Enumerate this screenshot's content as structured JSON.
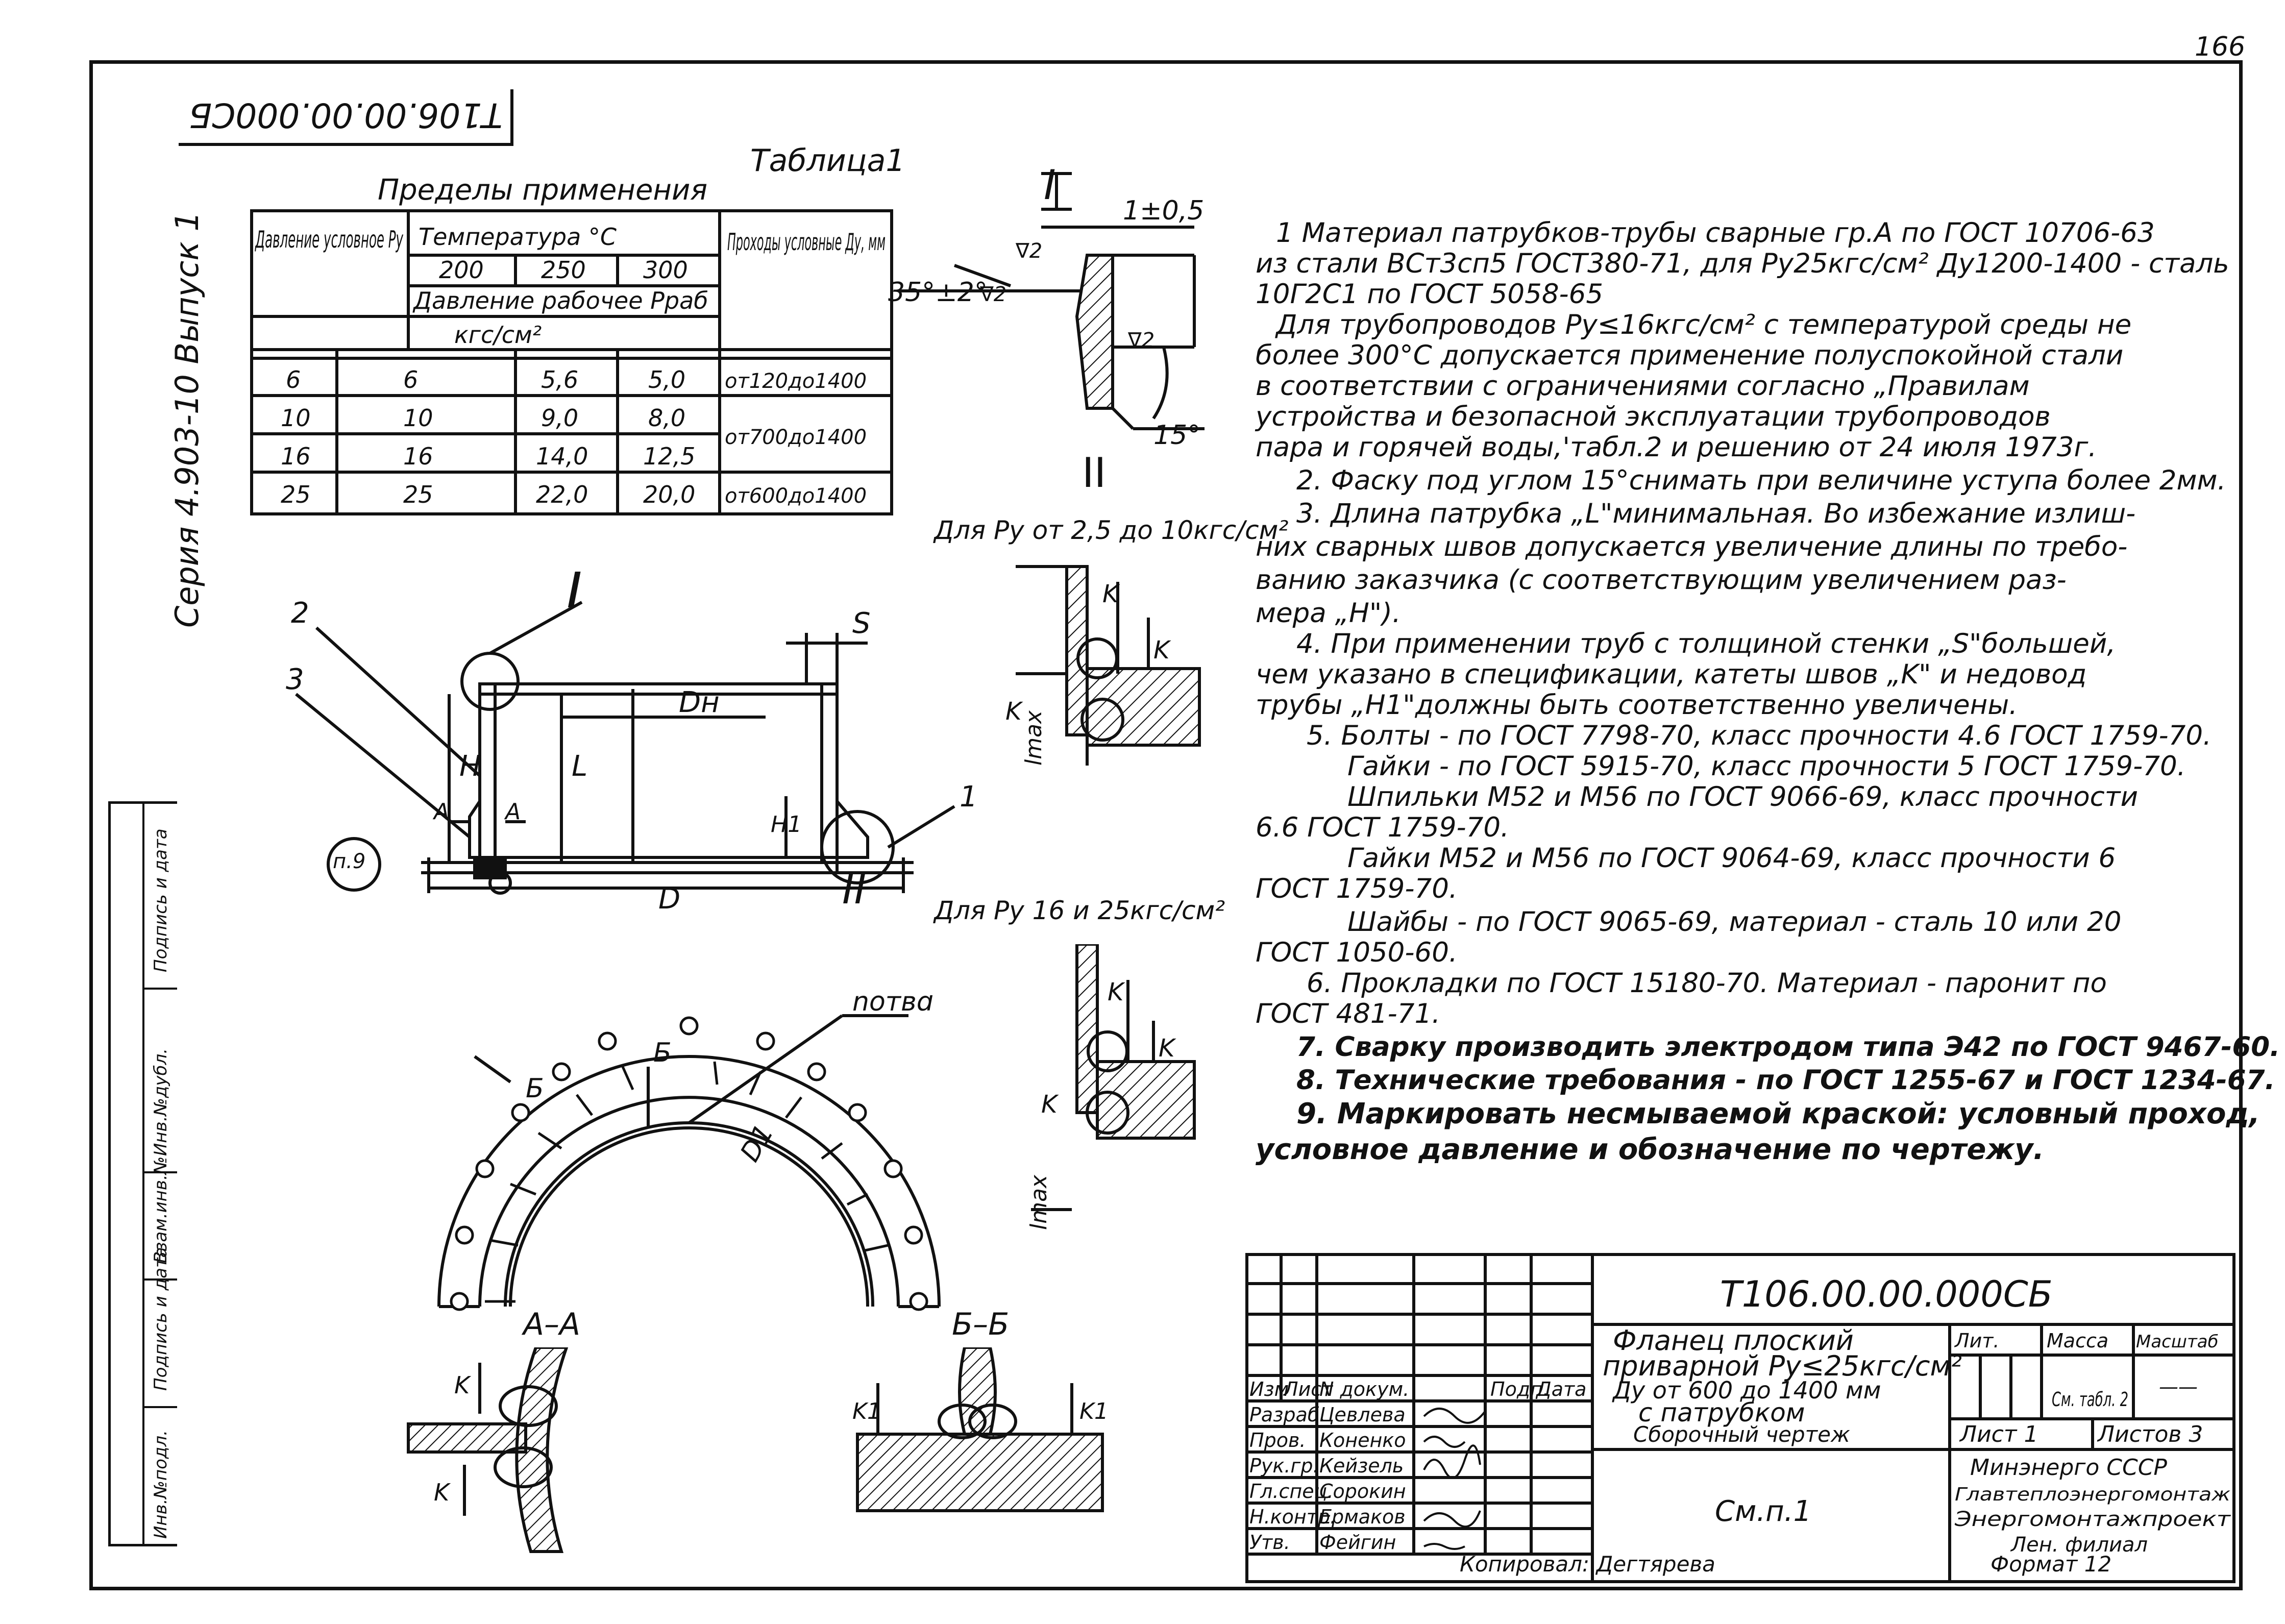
{
  "page_number": "166",
  "stamp_code": "T106.00.00.000СБ",
  "series_label": "Серия 4.903-10 Выпуск 1",
  "side_strip": [
    "Инв.№подл.",
    "Подпись и дата",
    "Взам.инв.№",
    "Инв.№дубл.",
    "Подпись и дата"
  ],
  "table1": {
    "caption": "Таблица1",
    "title": "Пределы применения",
    "h_pressure": "Давление условное Ру",
    "h_temperature": "Температура °С",
    "temps": [
      "200",
      "250",
      "300"
    ],
    "h_work": "Давление рабочее Рраб",
    "h_unit": "кгс/см²",
    "h_passes": "Проходы условные Ду, мм",
    "rows": [
      {
        "py": "6",
        "v200": "6",
        "v250": "5,6",
        "v300": "5,0",
        "du": "от120до1400"
      },
      {
        "py": "10",
        "v200": "10",
        "v250": "9,0",
        "v300": "8,0",
        "du": "от700до1400"
      },
      {
        "py": "16",
        "v200": "16",
        "v250": "14,0",
        "v300": "12,5",
        "du": ""
      },
      {
        "py": "25",
        "v200": "25",
        "v250": "22,0",
        "v300": "20,0",
        "du": "от600до1400"
      }
    ]
  },
  "detail_I": {
    "label": "I",
    "dim_top": "1±0,5",
    "angle": "35°±2°",
    "angle2": "15°",
    "mark_a": "∇2",
    "mark_b": "∇2",
    "mark_c": "∇2"
  },
  "detail_II": {
    "label": "II",
    "caption_top": "Для Ру от 2,5 до 10кгс/см²",
    "caption_bottom": "Для Ру 16 и 25кгс/см²",
    "k": "K",
    "lmax": "lmax"
  },
  "main_view": {
    "label_I": "I",
    "label_II": "II",
    "s": "S",
    "dn": "Dн",
    "l": "L",
    "h": "H",
    "h1": "H1",
    "d": "D",
    "n2": "2",
    "n3": "3",
    "n1": "1",
    "a": "A",
    "p9": "п.9"
  },
  "half_flange": {
    "label": "nотвd",
    "d1": "D1",
    "b": "Б"
  },
  "sections": {
    "aa": "А–А",
    "bb": "Б–Б",
    "k": "K",
    "k1": "K1"
  },
  "notes": [
    "1 Материал патрубков-трубы сварные гр.А по ГОСТ 10706-63",
    "из стали ВСт3сп5 ГОСТ380-71, для Ру25кгс/см² Ду1200-1400 - сталь",
    "10Г2С1 по ГОСТ 5058-65",
    "Для трубопроводов Ру≤16кгс/см² с температурой среды не",
    "более 300°С допускается применение полуспокойной стали",
    "в соответствии с ограничениями согласно „Правилам",
    "устройства и безопасной эксплуатации трубопроводов",
    "пара и горячей воды,'табл.2 и решению от 24 июля 1973г.",
    "2. Фаску под углом 15°снимать при величине уступа более 2мм.",
    "3. Длина патрубка „L\"минимальная. Во избежание излиш-",
    "них сварных швов допускается увеличение длины по требо-",
    "ванию заказчика (с соответствующим увеличением раз-",
    "мера „Н\").",
    "4. При применении труб с толщиной стенки „S\"большей,",
    "чем указано в спецификации, катеты швов „K\" и недовод",
    "трубы „H1\"должны быть соответственно увеличены.",
    "5. Болты - по ГОСТ 7798-70, класс прочности 4.6 ГОСТ 1759-70.",
    "Гайки - по ГОСТ 5915-70, класс прочности 5 ГОСТ 1759-70.",
    "Шпильки М52 и М56 по ГОСТ 9066-69, класс прочности",
    "6.6 ГОСТ 1759-70.",
    "Гайки М52 и М56 по ГОСТ 9064-69, класс прочности 6",
    "ГОСТ 1759-70.",
    "Шайбы - по ГОСТ 9065-69, материал - сталь 10 или 20",
    "ГОСТ 1050-60.",
    "6. Прокладки по ГОСТ 15180-70. Материал - паронит по",
    "ГОСТ 481-71.",
    "7. Сварку производить электродом типа Э42 по ГОСТ 9467-60.",
    "8. Технические требования - по ГОСТ 1255-67 и ГОСТ 1234-67.",
    "9. Маркировать несмываемой краской: условный проход,",
    "условное давление и обозначение по чертежу."
  ],
  "title_block": {
    "code": "Т106.00.00.000СБ",
    "name_l1": "Фланец плоский",
    "name_l2": "приварной Ру≤25кгс/см²",
    "name_l3": "Ду от 600 до 1400 мм",
    "name_l4": "с патрубком",
    "name_l5": "Сборочный чертеж",
    "material": "См.п.1",
    "lit": "Лит.",
    "mass": "Масса",
    "scale": "Масштаб",
    "mass_val": "См. табл. 2",
    "scale_val": "——",
    "sheet": "Лист 1",
    "sheets": "Листов 3",
    "org_1": "Минэнерго СССР",
    "org_2": "Главтеплоэнергомонтаж",
    "org_3": "Энергомонтажпроект",
    "org_4": "Лен. филиал",
    "head": [
      "Изм",
      "Лист",
      "N докум.",
      "Подп.",
      "Дата"
    ],
    "people": [
      {
        "role": "Разраб.",
        "name": "Цевлева"
      },
      {
        "role": "Пров.",
        "name": "Коненко"
      },
      {
        "role": "Рук.гр.",
        "name": "Кейзель"
      },
      {
        "role": "Гл.спец.",
        "name": "Сорокин"
      },
      {
        "role": "Н.контр.",
        "name": "Ермаков"
      },
      {
        "role": "Утв.",
        "name": "Фейгин"
      }
    ],
    "copied": "Копировал: Дегтярева",
    "format": "Формат 12"
  }
}
